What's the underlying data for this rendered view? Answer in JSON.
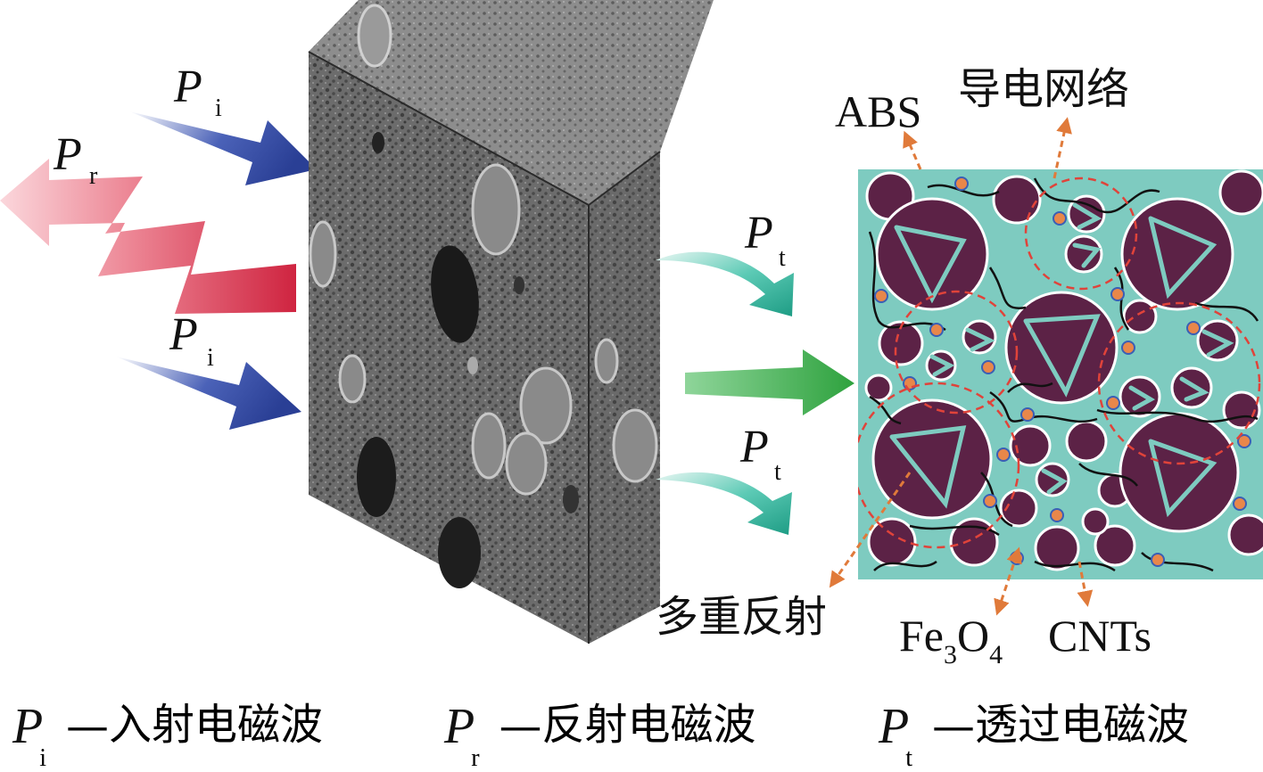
{
  "labels": {
    "p_letter": "P",
    "sub_i": "i",
    "sub_r": "r",
    "sub_t": "t",
    "abs": "ABS",
    "network": "导电网络",
    "multi_reflection": "多重反射",
    "fe": "Fe",
    "fe_sub3": "3",
    "o": "O",
    "o_sub4": "4",
    "cnts": "CNTs"
  },
  "legend": [
    {
      "letter": "P",
      "sub": "i",
      "dash": "—",
      "text": "入射电磁波"
    },
    {
      "letter": "P",
      "sub": "r",
      "dash": "—",
      "text": "反射电磁波"
    },
    {
      "letter": "P",
      "sub": "t",
      "dash": "—",
      "text": "透过电磁波"
    }
  ],
  "colors": {
    "incident_arrow": "#2e46a0",
    "reflected_arrow": "#d8344c",
    "transmitted_arrow": "#2fb39b",
    "center_arrow": "#3fae4a",
    "matrix_bg": "#7ecbc0",
    "particle": "#5c2246",
    "fe3o4_dot": "#e8874a",
    "leader_line": "#e07a3a"
  }
}
